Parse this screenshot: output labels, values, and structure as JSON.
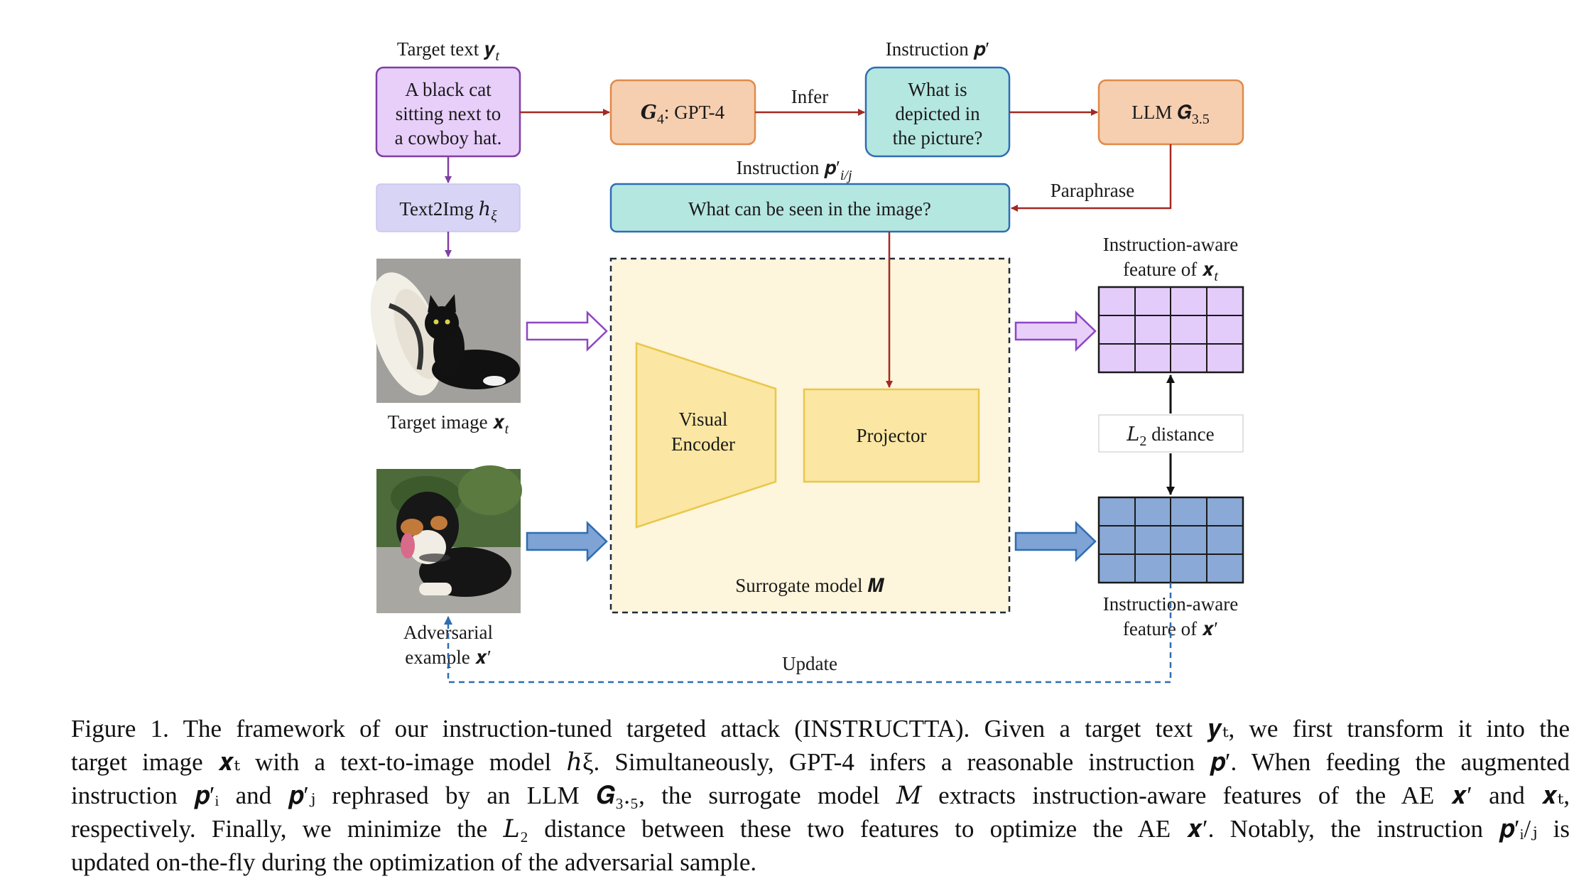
{
  "figure": {
    "target_text_label": "Target text 𝒚",
    "target_text_sub": "t",
    "target_text_lines": [
      "A black cat",
      "sitting next to",
      "a cowboy hat."
    ],
    "text2img_label": "Text2Img ℎ",
    "text2img_sub": "ξ",
    "target_image_label": "Target image 𝒙",
    "target_image_sub": "t",
    "adversarial_label_lines": [
      "Adversarial",
      "example 𝒙′"
    ],
    "g4_label": "𝑮",
    "g4_sub": "4",
    "g4_rest": ": GPT-4",
    "infer_label": "Infer",
    "instruction_p_label": "Instruction 𝒑′",
    "instruction_question_lines": [
      "What is",
      "depicted in",
      "the picture?"
    ],
    "llm_label": "LLM 𝑮",
    "llm_sub": "3.5",
    "paraphrase_label": "Paraphrase",
    "instruction_pij_label": "Instruction 𝒑′",
    "instruction_pij_sub": "i/j",
    "paraphrased_question": "What can be seen in the image?",
    "visual_encoder_lines": [
      "Visual",
      "Encoder"
    ],
    "projector_label": "Projector",
    "surrogate_label": "Surrogate model 𝑴",
    "feature_xt_lines": [
      "Instruction-aware",
      "feature of 𝒙"
    ],
    "feature_xt_sub": "t",
    "l2_label": "𝐿",
    "l2_sub": "2",
    "l2_rest": " distance",
    "feature_xp_lines": [
      "Instruction-aware",
      "feature of 𝒙′"
    ],
    "update_label": "Update"
  },
  "colors": {
    "purple_fill": "#e8cffa",
    "purple_stroke": "#7f3fa5",
    "lavender_fill": "#d7d4f6",
    "orange_fill": "#f6cfb0",
    "orange_stroke": "#e08a4a",
    "teal_fill": "#b5e7e1",
    "blue_stroke": "#2e6db4",
    "yellow_bg": "#fdf5dc",
    "yellow_fill": "#fbe7a3",
    "yellow_stroke": "#e9c74a",
    "red_arrow": "#a32a22",
    "grid_purple": "#e4ccfa",
    "grid_blue": "#8aa9d6"
  },
  "caption_lines": [
    "Figure 1.  The framework of our instruction-tuned targeted attack (INSTRUCTTA). Given a target text 𝒚ₜ, we first transform it into the",
    "target image 𝒙ₜ with a text-to-image model ℎξ. Simultaneously, GPT-4 infers a reasonable instruction 𝒑′. When feeding the augmented",
    "instruction 𝒑′ᵢ and 𝒑′ⱼ rephrased by an LLM 𝑮₃.₅, the surrogate model 𝑀 extracts instruction-aware features of the AE 𝒙′ and 𝒙ₜ,",
    "respectively. Finally, we minimize the 𝐿₂ distance between these two features to optimize the AE 𝒙′. Notably, the instruction 𝒑′ᵢ/ⱼ is",
    "updated on-the-fly during the optimization of the adversarial sample."
  ]
}
